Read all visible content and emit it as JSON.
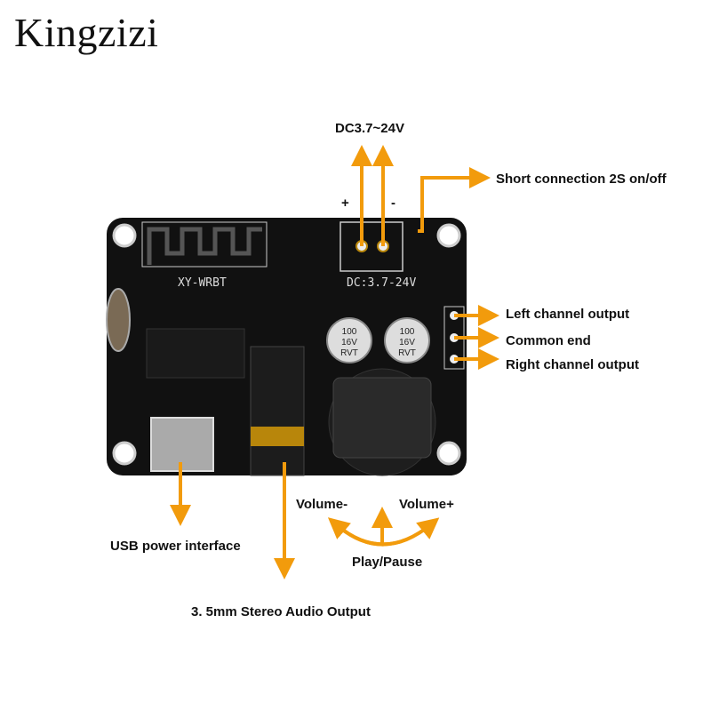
{
  "brand": "Kingzizi",
  "board": {
    "model_label": "XY-WRBT",
    "silk_label": "DC:3.7-24V",
    "cap_left": [
      "100",
      "16V",
      "RVT"
    ],
    "cap_right": [
      "100",
      "16V",
      "RVT"
    ],
    "pin_plus": "+",
    "pin_minus": "-"
  },
  "labels": {
    "power": "DC3.7~24V",
    "plus": "+",
    "minus": "-",
    "short_connection": "Short connection 2S on/off",
    "left_channel": "Left channel output",
    "common_end": "Common end",
    "right_channel": "Right channel output",
    "volume_minus": "Volume-",
    "volume_plus": "Volume+",
    "play_pause": "Play/Pause",
    "usb": "USB power interface",
    "audio_out": "3. 5mm Stereo Audio Output"
  },
  "colors": {
    "arrow": "#F29B0C",
    "board": "#111111"
  }
}
